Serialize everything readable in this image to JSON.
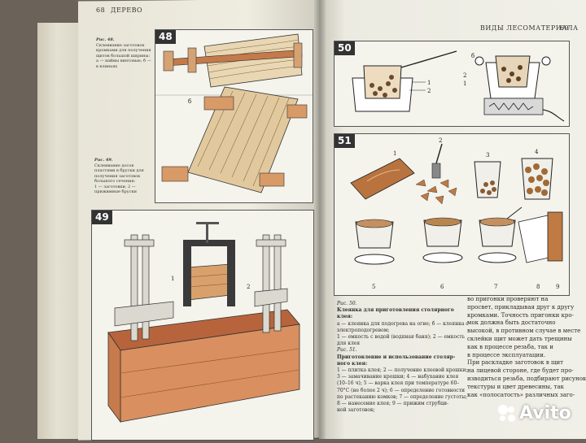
{
  "left_page": {
    "page_number": "68",
    "running_head": "ДЕРЕВО",
    "fig48": {
      "number": "48",
      "caption_a_title": "Рис. 48.",
      "caption_a_text": "Склеивание заготовок кромками для получения щитов большой ширины:",
      "caption_a_legend": "а — ваймы винтовые; б — в клиньях",
      "label_b": "б",
      "caption_b_title": "Рис. 49.",
      "caption_b_text": "Склеивание досок пластями в бруски для получения заготовок большого сечения:",
      "caption_b_legend": "1 — заготовки; 2 — прижимные бруски"
    },
    "fig49": {
      "number": "49",
      "label_1": "1",
      "label_2": "2"
    }
  },
  "right_page": {
    "page_number": "69",
    "running_head": "ВИДЫ ЛЕСОМАТЕРИАЛА",
    "fig50": {
      "number": "50",
      "label_1": "1",
      "label_2": "2",
      "label_b": "б",
      "label_2b": "2",
      "label_1b": "1"
    },
    "fig51": {
      "number": "51",
      "labels": [
        "1",
        "2",
        "3",
        "4",
        "5",
        "6",
        "7",
        "8",
        "9"
      ]
    },
    "caption_col": [
      "Рис. 50.",
      "Клеянка для приготовления столярного",
      "клея:",
      "а — клеянка для подогрева на огне; б — клеянка с",
      "электроподогревом;",
      "1 — емкость с водой (водяная баня); 2 — емкость",
      "для клея",
      "Рис. 51.",
      "Приготовление и использование столяр-",
      "ного клея:",
      "1 — плитка клея; 2 — получение клеевой крошки;",
      "3 — замачивание крошки; 4 — набухание клея",
      "(10–16 ч); 5 — варка клея при температуре 60–",
      "70°С (не более 2 ч); 6 — определение готовности",
      "по растеканию комков; 7 — определение густоты;",
      "8 — нанесение клея; 9 — прижим струбци-",
      "ной заготовок;"
    ],
    "text_col": [
      "во пригонки проверяют на",
      "просвет, прикладывая друг к другу",
      "кромками. Точность пригонки кро-",
      "мок должна быть достаточно",
      "высокой, в противном случае в месте",
      "склейки щит может дать трещины",
      "как в процессе резьба, так и",
      "в процессе эксплуатации.",
      "При раскладке заготовок в щит",
      "на лицевой стороне, где будет про-",
      "изводиться резьба, подбирают рисунок",
      "текстуры и цвет древесины, так",
      "как «полосатость» различных заго-"
    ]
  },
  "watermark": "Avito"
}
